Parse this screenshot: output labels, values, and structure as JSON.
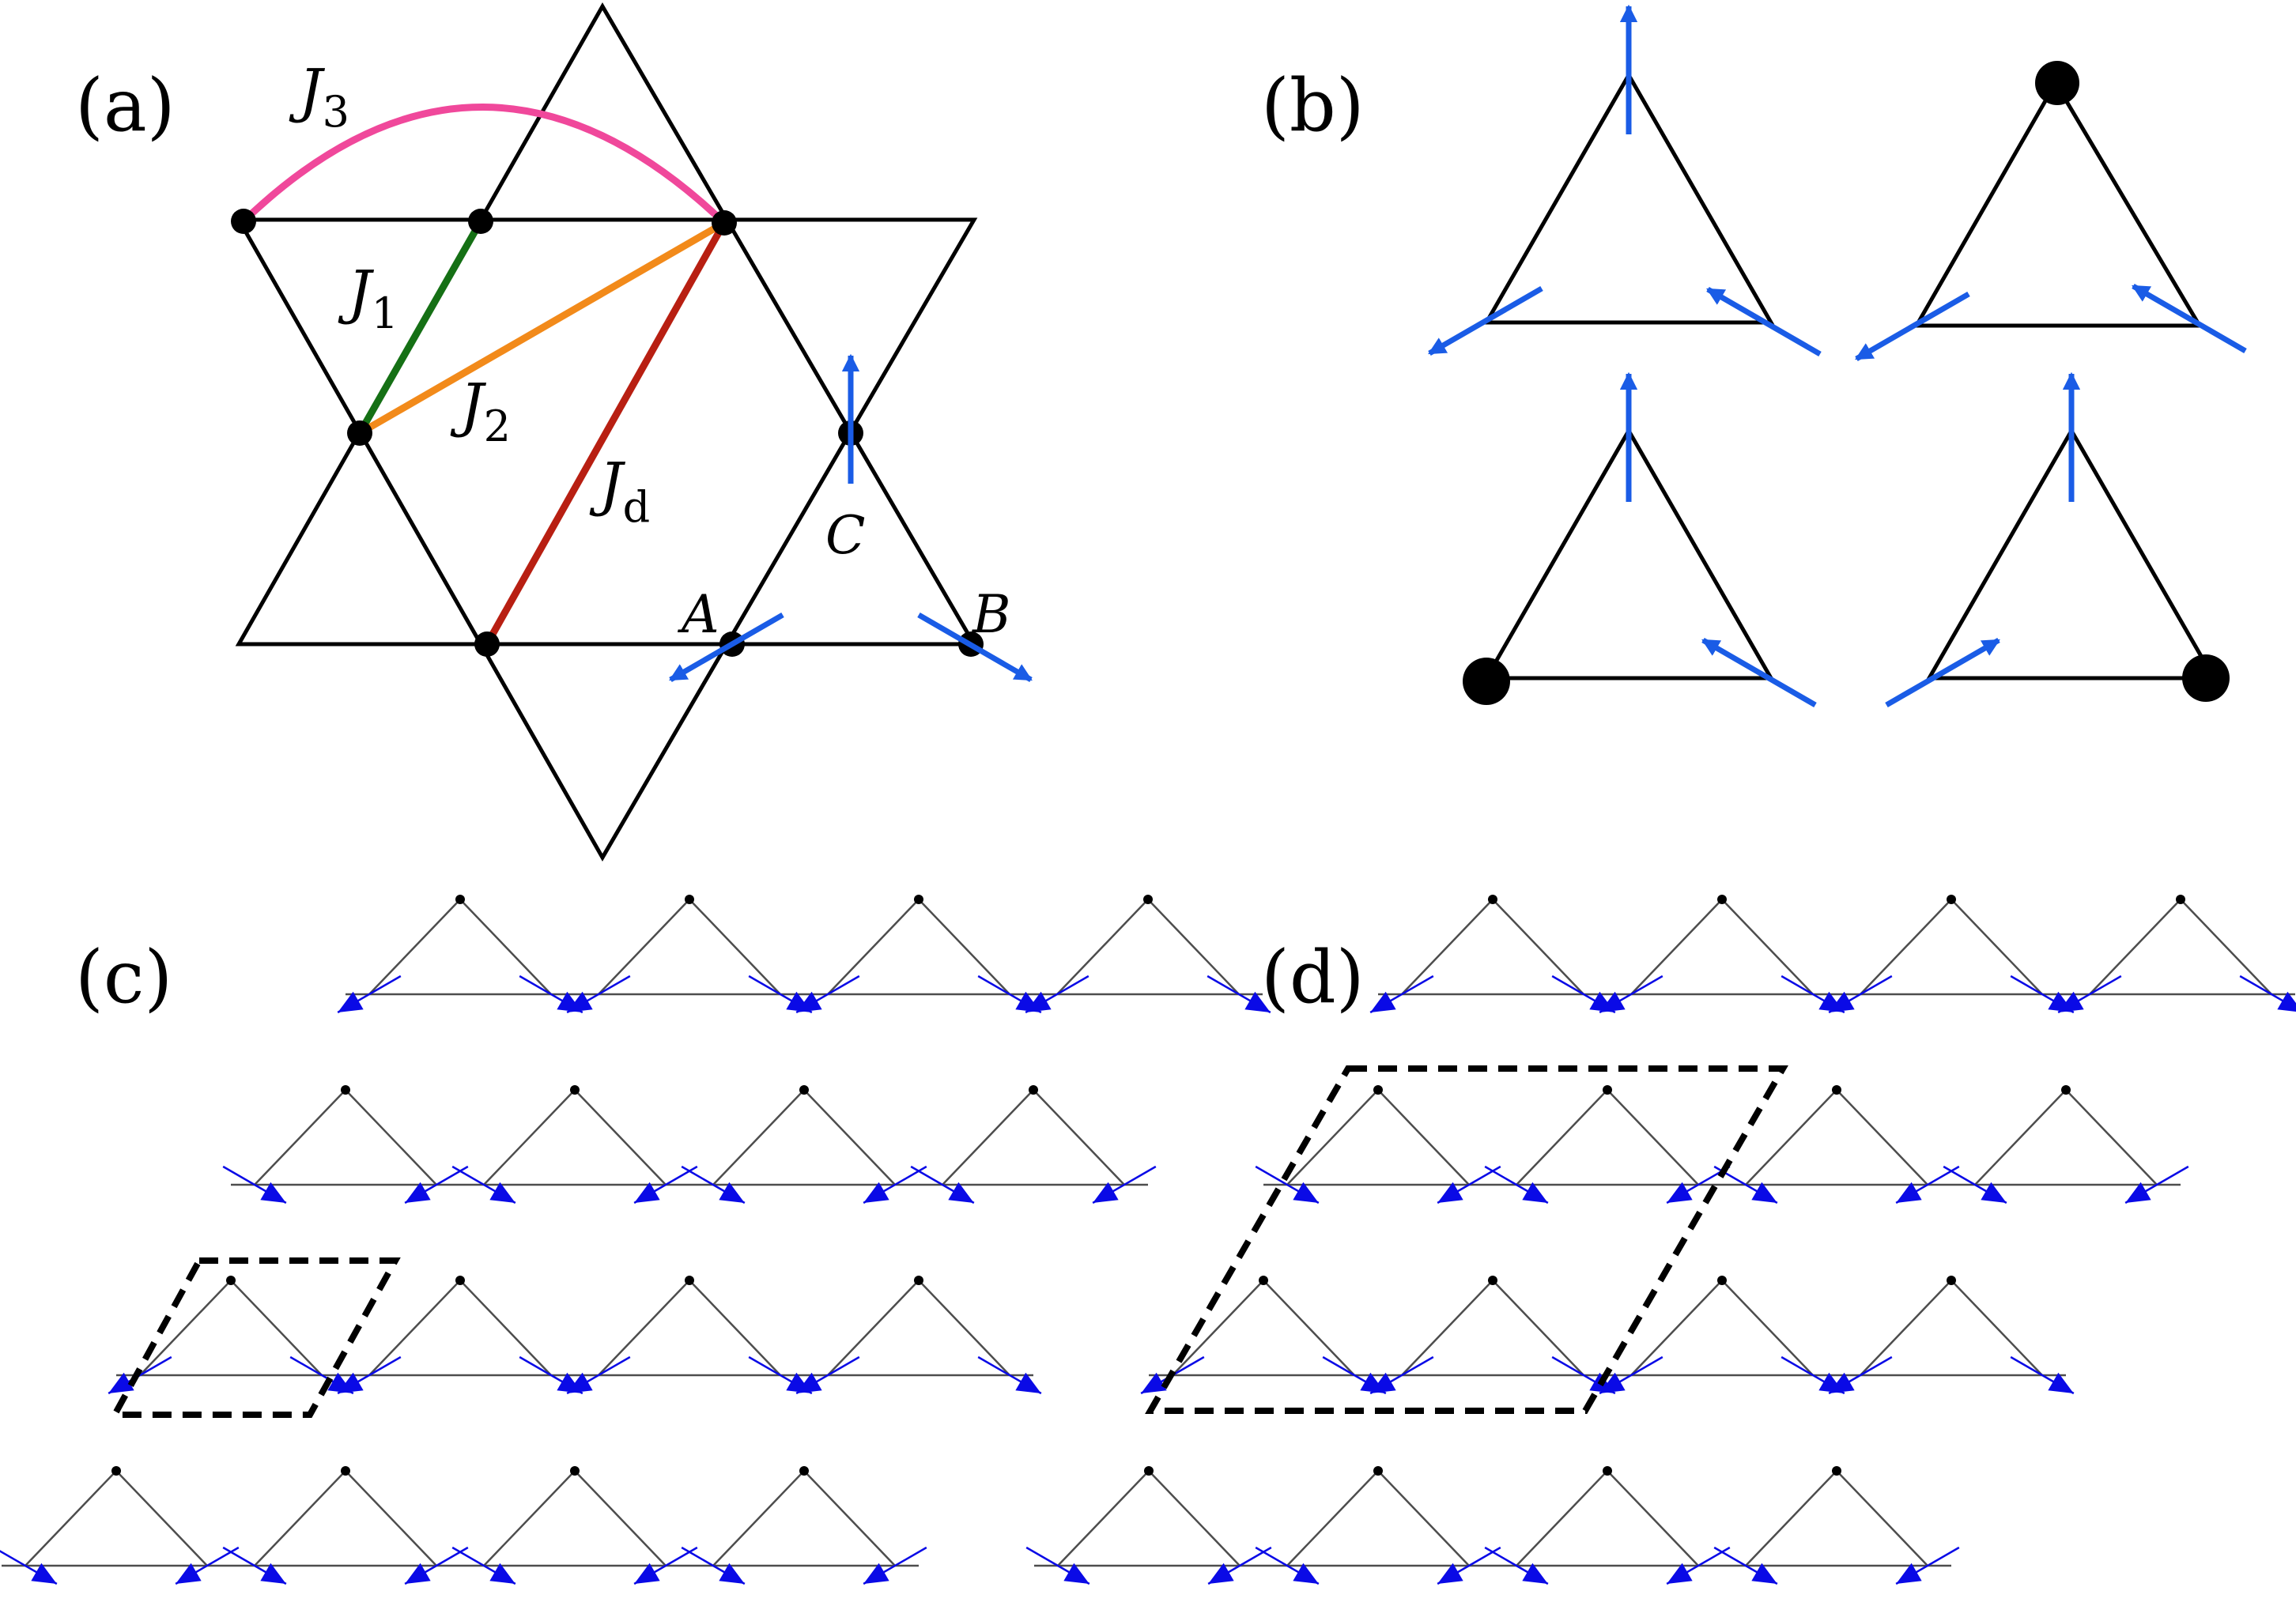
{
  "panels": {
    "a": "(a)",
    "b": "(b)",
    "c": "(c)",
    "d": "(d)"
  },
  "couplings": {
    "j1": {
      "main": "J",
      "sub": "1"
    },
    "j2": {
      "main": "J",
      "sub": "2"
    },
    "j3": {
      "main": "J",
      "sub": "3"
    },
    "jd": {
      "main": "J",
      "sub": "d"
    }
  },
  "sites": {
    "a": "A",
    "b": "B",
    "c": "C"
  },
  "colors": {
    "line": "#000000",
    "lattice_line": "#4d4d4d",
    "spin_panel_ab": "#1a5ce6",
    "spin_panel_cd": "#0a0ae6",
    "j1": "#157015",
    "j2": "#f28a1a",
    "j3": "#f0489b",
    "jd": "#b81f12",
    "unit_cell": "#000000"
  }
}
